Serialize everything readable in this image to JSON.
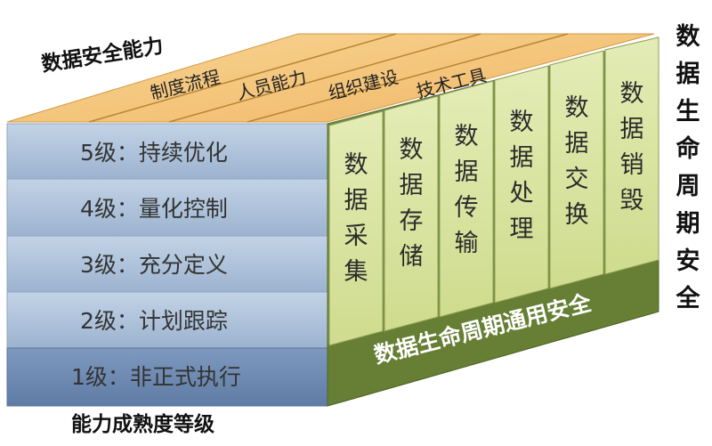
{
  "top_label": "数据安全能力",
  "top_items": [
    "制度流程",
    "人员能力",
    "组织建设",
    "技术工具"
  ],
  "levels": [
    "5级：持续优化",
    "4级：量化控制",
    "3级：充分定义",
    "2级：计划跟踪",
    "1级：非正式执行"
  ],
  "bottom_label": "能力成熟度等级",
  "lifecycle_columns": [
    "数据采集",
    "数据存储",
    "数据传输",
    "数据处理",
    "数据交换",
    "数据销毁"
  ],
  "general_security": "数据生命周期通用安全",
  "side_label": "数据生命周期安全",
  "colors": {
    "top_face": "#f5c77d",
    "level_band": "#a4b9d3",
    "level_band_light": "#b9cbe0",
    "level_band_dark": "#6e8bb3",
    "column_face": "#d7e39e",
    "base_band": "#667f34"
  }
}
